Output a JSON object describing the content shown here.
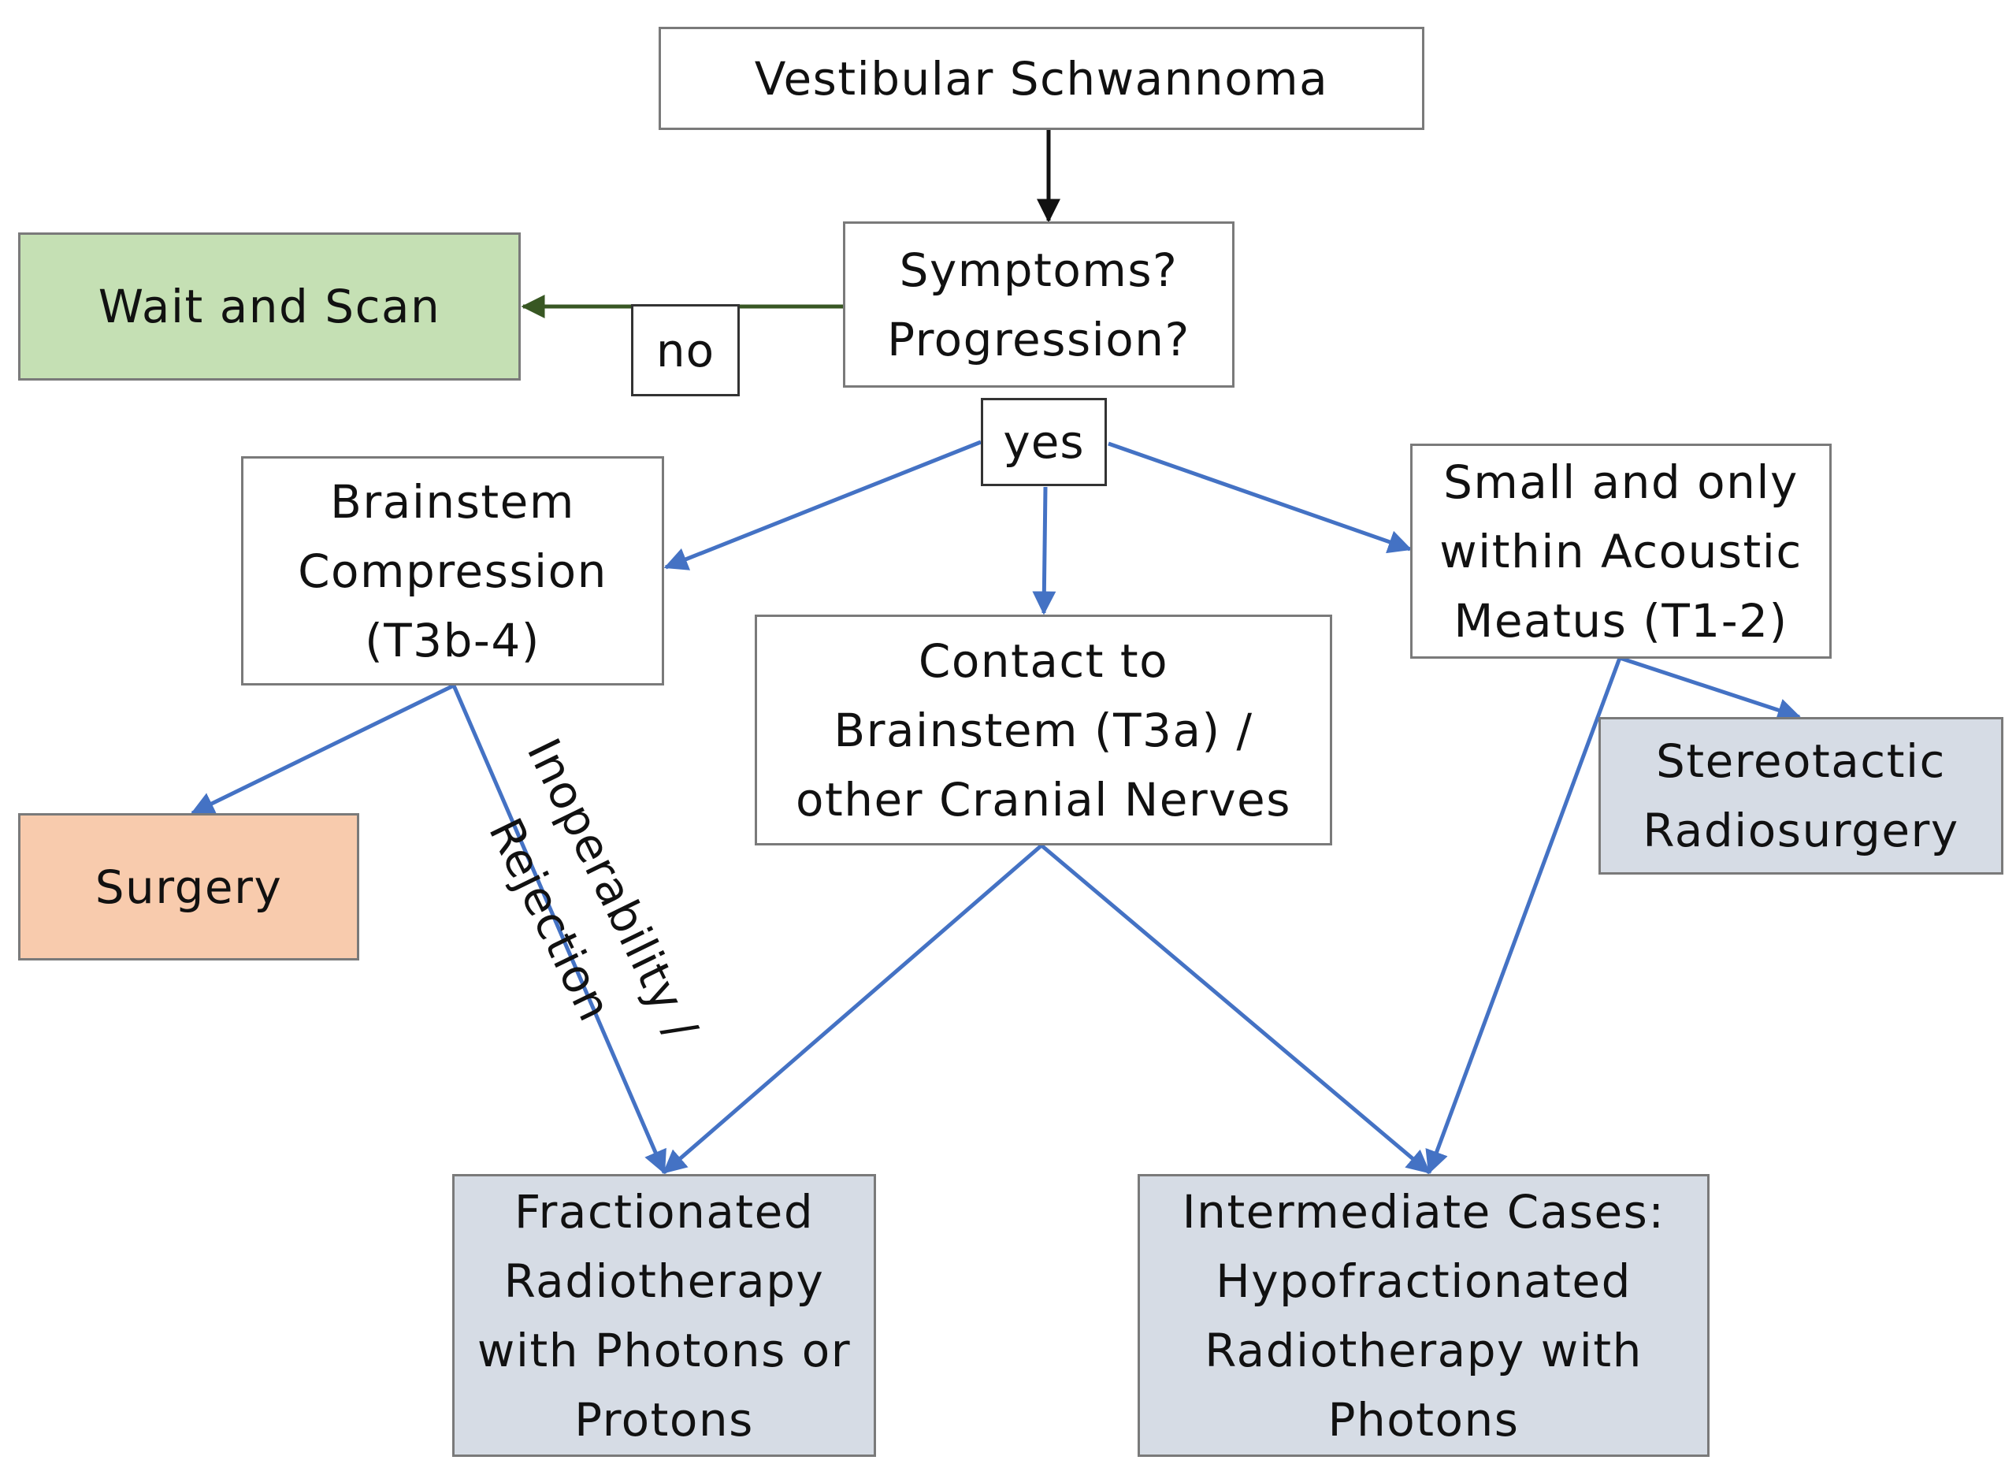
{
  "colors": {
    "arrow_blue": "#4472c4",
    "arrow_black": "#111111",
    "arrow_green": "#385723",
    "box_border": "#7a7a7a",
    "box_white": "#ffffff",
    "box_green": "#c5e0b4",
    "box_orange": "#f8cbad",
    "box_gray_blue": "#d6dce5"
  },
  "nodes": {
    "vestibular": "Vestibular Schwannoma",
    "symptoms": "Symptoms?\nProgression?",
    "wait_scan": "Wait and Scan",
    "brainstem_compression": "Brainstem\nCompression\n(T3b-4)",
    "small_meatus": "Small and only\nwithin Acoustic\nMeatus  (T1-2)",
    "contact_brainstem": "Contact to\nBrainstem (T3a) /\nother Cranial Nerves",
    "surgery": "Surgery",
    "stereotactic": "Stereotactic\nRadiosurgery",
    "fractionated": "Fractionated\nRadiotherapy\nwith Photons or\nProtons",
    "intermediate": "Intermediate Cases:\nHypofractionated\nRadiotherapy with\nPhotons"
  },
  "labels": {
    "no": "no",
    "yes": "yes",
    "inoperability": "Inoperability /\nRejection"
  }
}
